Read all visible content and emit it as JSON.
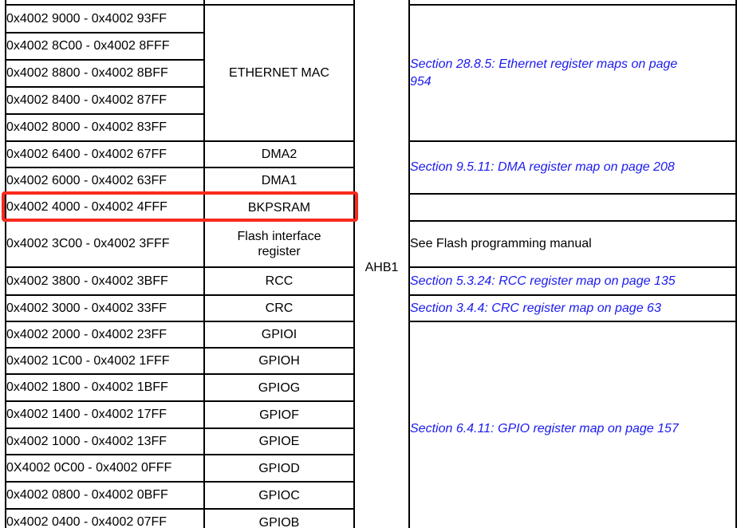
{
  "colors": {
    "border": "#000000",
    "link_blue": "#1b1bee",
    "highlight_red": "#f92a1d",
    "background": "#ffffff"
  },
  "table": {
    "bus_label": "AHB1",
    "address_rows": [
      "0x4002 9000 - 0x4002 93FF",
      "0x4002 8C00 - 0x4002 8FFF",
      "0x4002 8800 - 0x4002 8BFF",
      "0x4002 8400 - 0x4002 87FF",
      "0x4002 8000 - 0x4002 83FF",
      "0x4002 6400 - 0x4002 67FF",
      "0x4002 6000 - 0x4002 63FF",
      "0x4002 4000 - 0x4002 4FFF",
      "0x4002 3C00 - 0x4002 3FFF",
      "0x4002 3800 - 0x4002 3BFF",
      "0x4002 3000 - 0x4002 33FF",
      "0x4002 2000 - 0x4002 23FF",
      "0x4002 1C00 - 0x4002 1FFF",
      "0x4002 1800 - 0x4002 1BFF",
      "0x4002 1400 - 0x4002 17FF",
      "0x4002 1000 - 0x4002 13FF",
      "0X4002 0C00 - 0x4002 0FFF",
      "0x4002 0800 - 0x4002 0BFF",
      "0x4002 0400 - 0x4002 07FF"
    ],
    "peripherals": {
      "ethernet": "ETHERNET MAC",
      "dma2": "DMA2",
      "dma1": "DMA1",
      "bkpsram": "BKPSRAM",
      "flash": "Flash interface register",
      "rcc": "RCC",
      "crc": "CRC",
      "gpioi": "GPIOI",
      "gpioh": "GPIOH",
      "gpiog": "GPIOG",
      "gpiof": "GPIOF",
      "gpioe": "GPIOE",
      "gpiod": "GPIOD",
      "gpioc": "GPIOC",
      "gpiob": "GPIOB"
    },
    "sections": {
      "ethernet": "Section 28.8.5: Ethernet register maps on page 954",
      "dma": "Section 9.5.11: DMA register map on page 208",
      "flash": "See Flash programming manual",
      "rcc": "Section 5.3.24: RCC register map on page 135",
      "crc": "Section 3.4.4: CRC register map on page 63",
      "gpio": "Section 6.4.11: GPIO register map on page 157"
    },
    "highlight": {
      "highlighted_row": "BKPSRAM"
    }
  }
}
